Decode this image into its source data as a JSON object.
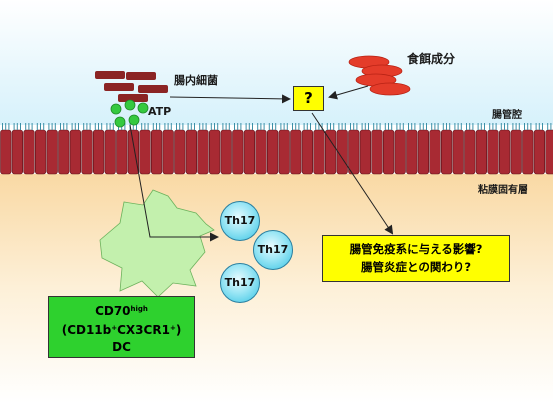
{
  "labels": {
    "food_component": "食餌成分",
    "gut_bacteria": "腸内細菌",
    "atp": "ATP",
    "lumen": "腸管腔",
    "lamina_propria": "粘膜固有層",
    "question_mark": "?",
    "effect_line1": "腸管免疫系に与える影響?",
    "effect_line2": "腸管炎症との関わり?",
    "th17": "Th17",
    "dc_line1_main": "CD70",
    "dc_line1_sup": "high",
    "dc_line2_a": "(CD11b",
    "dc_line2_sup1": "+",
    "dc_line2_b": "CX3CR1",
    "dc_line2_sup2": "+",
    "dc_line2_c": ")",
    "dc_line3": "DC"
  },
  "colors": {
    "epithelium": "#a82a33",
    "lamina_background": "#fbe1b3",
    "lumen_background": "#d9f2fb",
    "bacteria": "#8b2424",
    "food": "#e43c2a",
    "atp": "#35c93f",
    "dendritic_cell": "#c3f0ad",
    "question_box": "#ffff00",
    "dc_box": "#2ed12e"
  }
}
